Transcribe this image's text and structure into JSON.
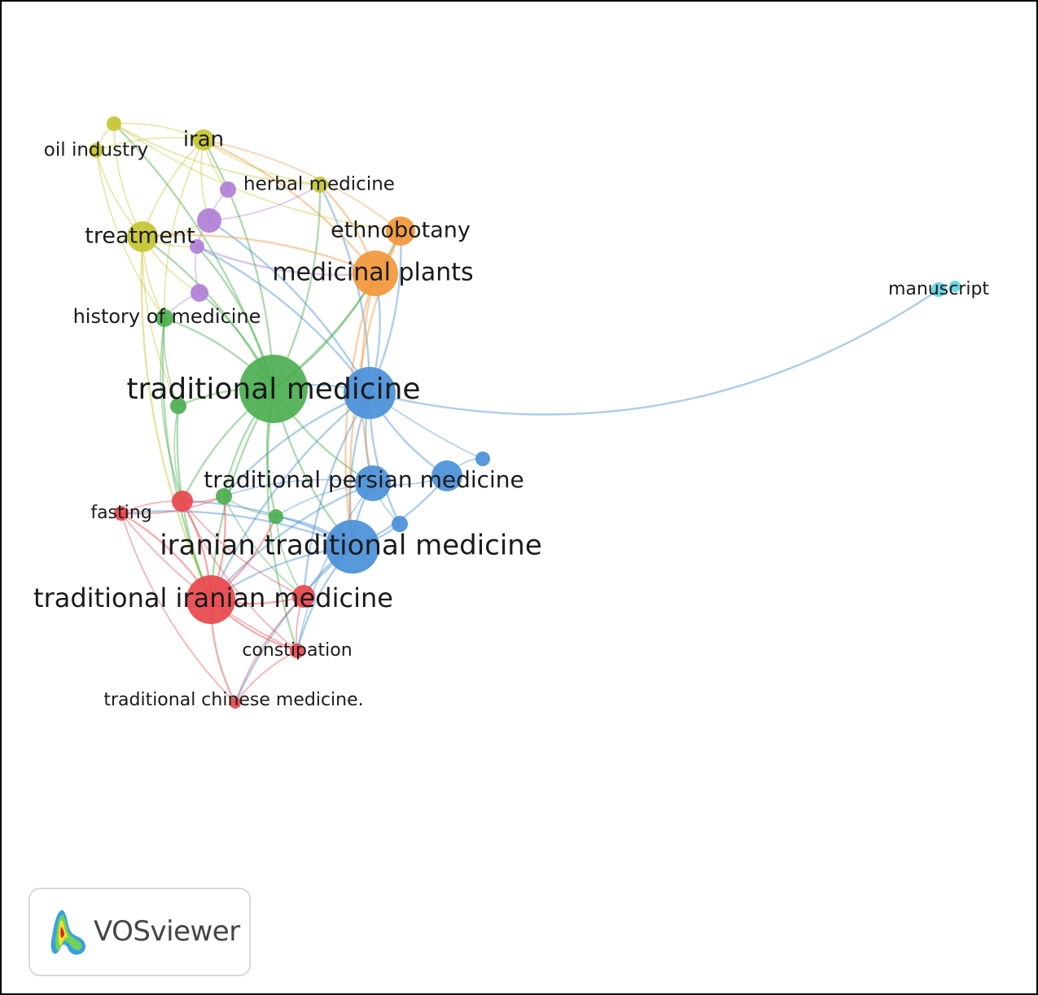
{
  "colors": {
    "red": "#e8474c",
    "green": "#4caf50",
    "blue": "#4a90d9",
    "yellow": "#c5c532",
    "purple": "#b07fd6",
    "cyan": "#5fd3e0",
    "orange": "#f2973a"
  },
  "nodes": [
    {
      "id": "traditional_medicine",
      "label": "traditional medicine",
      "cluster": "green"
    },
    {
      "id": "iranian_traditional_medicine",
      "label": "iranian traditional medicine",
      "cluster": "blue"
    },
    {
      "id": "traditional_iranian_medicine",
      "label": "traditional iranian medicine",
      "cluster": "red"
    },
    {
      "id": "traditional_persian_medicine",
      "label": "traditional persian medicine",
      "cluster": "blue"
    },
    {
      "id": "tm_blue",
      "label": "",
      "cluster": "blue"
    },
    {
      "id": "medicinal_plants",
      "label": "medicinal plants",
      "cluster": "orange"
    },
    {
      "id": "ethnobotany",
      "label": "ethnobotany",
      "cluster": "orange"
    },
    {
      "id": "treatment",
      "label": "treatment",
      "cluster": "yellow"
    },
    {
      "id": "iran",
      "label": "iran",
      "cluster": "yellow"
    },
    {
      "id": "oil_industry",
      "label": "oil industry",
      "cluster": "yellow"
    },
    {
      "id": "herbal_medicine",
      "label": "herbal medicine",
      "cluster": "yellow"
    },
    {
      "id": "yellow_top",
      "label": "",
      "cluster": "yellow"
    },
    {
      "id": "history_of_medicine",
      "label": "history of medicine",
      "cluster": "green"
    },
    {
      "id": "fasting",
      "label": "fasting",
      "cluster": "red"
    },
    {
      "id": "constipation",
      "label": "constipation",
      "cluster": "red"
    },
    {
      "id": "traditional_chinese_medicine",
      "label": "traditional chinese medicine.",
      "cluster": "red"
    },
    {
      "id": "manuscript",
      "label": "manuscript",
      "cluster": "cyan"
    },
    {
      "id": "manuscript_b",
      "label": "",
      "cluster": "cyan"
    },
    {
      "id": "purple_1",
      "label": "",
      "cluster": "purple"
    },
    {
      "id": "purple_2",
      "label": "",
      "cluster": "purple"
    },
    {
      "id": "purple_3",
      "label": "",
      "cluster": "purple"
    },
    {
      "id": "purple_4",
      "label": "",
      "cluster": "purple"
    },
    {
      "id": "red_a",
      "label": "",
      "cluster": "red"
    },
    {
      "id": "red_b",
      "label": "",
      "cluster": "red"
    },
    {
      "id": "green_a",
      "label": "",
      "cluster": "green"
    },
    {
      "id": "green_b",
      "label": "",
      "cluster": "green"
    },
    {
      "id": "green_c",
      "label": "",
      "cluster": "green"
    },
    {
      "id": "blue_a",
      "label": "",
      "cluster": "blue"
    },
    {
      "id": "blue_b",
      "label": "",
      "cluster": "blue"
    }
  ],
  "edges": [
    [
      "tm_blue",
      "manuscript"
    ],
    [
      "tm_blue",
      "traditional_medicine"
    ],
    [
      "tm_blue",
      "iranian_traditional_medicine"
    ],
    [
      "tm_blue",
      "traditional_persian_medicine"
    ],
    [
      "tm_blue",
      "medicinal_plants"
    ],
    [
      "tm_blue",
      "ethnobotany"
    ],
    [
      "tm_blue",
      "blue_a"
    ],
    [
      "tm_blue",
      "blue_b"
    ],
    [
      "tm_blue",
      "traditional_iranian_medicine"
    ],
    [
      "tm_blue",
      "herbal_medicine"
    ],
    [
      "tm_blue",
      "purple_2"
    ],
    [
      "tm_blue",
      "purple_3"
    ],
    [
      "tm_blue",
      "red_b"
    ],
    [
      "tm_blue",
      "green_b"
    ],
    [
      "traditional_medicine",
      "medicinal_plants"
    ],
    [
      "traditional_medicine",
      "ethnobotany"
    ],
    [
      "traditional_medicine",
      "treatment"
    ],
    [
      "traditional_medicine",
      "iran"
    ],
    [
      "traditional_medicine",
      "history_of_medicine"
    ],
    [
      "traditional_medicine",
      "iranian_traditional_medicine"
    ],
    [
      "traditional_medicine",
      "traditional_persian_medicine"
    ],
    [
      "traditional_medicine",
      "traditional_iranian_medicine"
    ],
    [
      "traditional_medicine",
      "purple_4"
    ],
    [
      "traditional_medicine",
      "purple_3"
    ],
    [
      "traditional_medicine",
      "herbal_medicine"
    ],
    [
      "traditional_medicine",
      "green_a"
    ],
    [
      "traditional_medicine",
      "green_b"
    ],
    [
      "traditional_medicine",
      "green_c"
    ],
    [
      "traditional_medicine",
      "red_a"
    ],
    [
      "traditional_medicine",
      "constipation"
    ],
    [
      "traditional_medicine",
      "yellow_top"
    ],
    [
      "medicinal_plants",
      "ethnobotany"
    ],
    [
      "medicinal_plants",
      "herbal_medicine"
    ],
    [
      "medicinal_plants",
      "iranian_traditional_medicine"
    ],
    [
      "medicinal_plants",
      "traditional_persian_medicine"
    ],
    [
      "medicinal_plants",
      "treatment"
    ],
    [
      "medicinal_plants",
      "iran"
    ],
    [
      "ethnobotany",
      "iran"
    ],
    [
      "ethnobotany",
      "iranian_traditional_medicine"
    ],
    [
      "iran",
      "treatment"
    ],
    [
      "iran",
      "oil_industry"
    ],
    [
      "iran",
      "yellow_top"
    ],
    [
      "iran",
      "herbal_medicine"
    ],
    [
      "iran",
      "purple_1"
    ],
    [
      "iran",
      "purple_2"
    ],
    [
      "iran",
      "history_of_medicine"
    ],
    [
      "yellow_top",
      "treatment"
    ],
    [
      "yellow_top",
      "oil_industry"
    ],
    [
      "yellow_top",
      "herbal_medicine"
    ],
    [
      "yellow_top",
      "ethnobotany"
    ],
    [
      "oil_industry",
      "treatment"
    ],
    [
      "oil_industry",
      "history_of_medicine"
    ],
    [
      "treatment",
      "history_of_medicine"
    ],
    [
      "treatment",
      "purple_2"
    ],
    [
      "treatment",
      "purple_3"
    ],
    [
      "treatment",
      "purple_4"
    ],
    [
      "treatment",
      "green_a"
    ],
    [
      "treatment",
      "traditional_iranian_medicine"
    ],
    [
      "purple_1",
      "purple_2"
    ],
    [
      "purple_2",
      "purple_3"
    ],
    [
      "purple_3",
      "purple_4"
    ],
    [
      "purple_2",
      "herbal_medicine"
    ],
    [
      "purple_3",
      "medicinal_plants"
    ],
    [
      "purple_4",
      "history_of_medicine"
    ],
    [
      "history_of_medicine",
      "green_a"
    ],
    [
      "history_of_medicine",
      "red_a"
    ],
    [
      "history_of_medicine",
      "traditional_iranian_medicine"
    ],
    [
      "green_a",
      "traditional_iranian_medicine"
    ],
    [
      "green_a",
      "red_a"
    ],
    [
      "traditional_persian_medicine",
      "iranian_traditional_medicine"
    ],
    [
      "traditional_persian_medicine",
      "blue_a"
    ],
    [
      "traditional_persian_medicine",
      "blue_b"
    ],
    [
      "traditional_persian_medicine",
      "green_b"
    ],
    [
      "traditional_persian_medicine",
      "traditional_iranian_medicine"
    ],
    [
      "traditional_persian_medicine",
      "constipation"
    ],
    [
      "traditional_persian_medicine",
      "green_c"
    ],
    [
      "iranian_traditional_medicine",
      "blue_a"
    ],
    [
      "iranian_traditional_medicine",
      "blue_b"
    ],
    [
      "iranian_traditional_medicine",
      "traditional_iranian_medicine"
    ],
    [
      "iranian_traditional_medicine",
      "red_b"
    ],
    [
      "iranian_traditional_medicine",
      "constipation"
    ],
    [
      "iranian_traditional_medicine",
      "green_c"
    ],
    [
      "iranian_traditional_medicine",
      "red_a"
    ],
    [
      "iranian_traditional_medicine",
      "traditional_chinese_medicine"
    ],
    [
      "iranian_traditional_medicine",
      "fasting"
    ],
    [
      "traditional_iranian_medicine",
      "red_a"
    ],
    [
      "traditional_iranian_medicine",
      "red_b"
    ],
    [
      "traditional_iranian_medicine",
      "constipation"
    ],
    [
      "traditional_iranian_medicine",
      "traditional_chinese_medicine"
    ],
    [
      "traditional_iranian_medicine",
      "fasting"
    ],
    [
      "traditional_iranian_medicine",
      "green_b"
    ],
    [
      "traditional_iranian_medicine",
      "green_c"
    ],
    [
      "red_a",
      "fasting"
    ],
    [
      "red_a",
      "red_b"
    ],
    [
      "red_a",
      "green_b"
    ],
    [
      "red_a",
      "constipation"
    ],
    [
      "red_b",
      "constipation"
    ],
    [
      "red_b",
      "traditional_chinese_medicine"
    ],
    [
      "constipation",
      "traditional_chinese_medicine"
    ],
    [
      "fasting",
      "traditional_chinese_medicine"
    ],
    [
      "fasting",
      "constipation"
    ],
    [
      "fasting",
      "green_b"
    ],
    [
      "green_b",
      "green_c"
    ],
    [
      "green_b",
      "red_b"
    ],
    [
      "green_c",
      "red_b"
    ],
    [
      "manuscript",
      "manuscript_b"
    ]
  ],
  "logo": {
    "text": "VOSviewer"
  }
}
